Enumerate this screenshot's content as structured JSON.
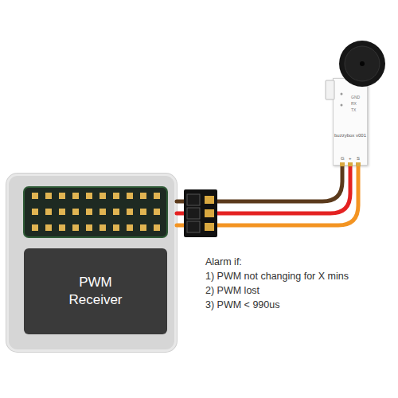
{
  "diagram": {
    "nodes": [
      {
        "text": [
          "PWM Receiver"
        ]
      },
      {
        "text": [
          "buzzybox v001"
        ]
      }
    ],
    "edges": [
      {
        "from": 0,
        "to": 1,
        "arrow": "none"
      }
    ],
    "labels": [
      "GND",
      "RX",
      "TX",
      "G",
      "+",
      "S",
      "Alarm if:",
      "1) PWM not changing for X mins",
      "2) PWM lost",
      "3) PWM < 990us"
    ]
  }
}
